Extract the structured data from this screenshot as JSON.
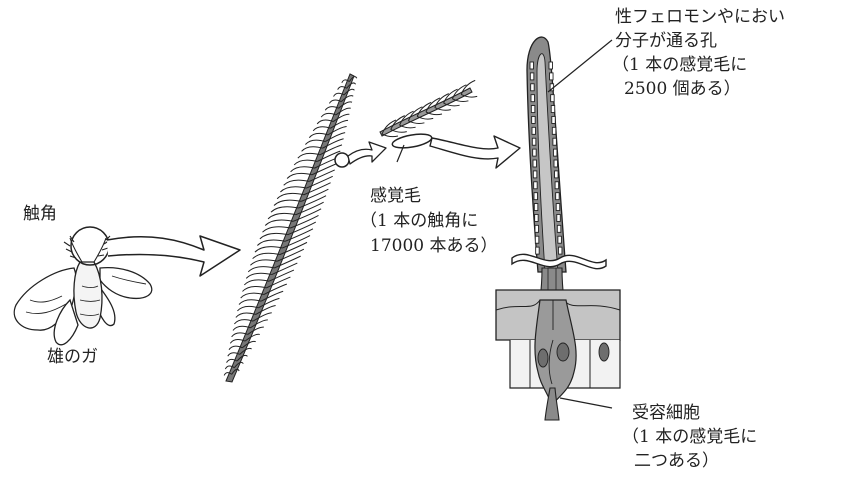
{
  "labels": {
    "antenna": "触角",
    "male_moth": "雄のガ",
    "sensory_hair": {
      "title": "感覚毛",
      "note_line1": "（1 本の触角に",
      "note_line2": "17000 本ある）"
    },
    "pore": {
      "line1": "性フェロモンやにおい",
      "line2": "分子が通る孔",
      "line3": "（1 本の感覚毛に",
      "line4": "2500 個ある）"
    },
    "receptor_cell": {
      "title": "受容細胞",
      "note_line1": "（1 本の感覚毛に",
      "note_line2": "二つある）"
    }
  },
  "colors": {
    "line": "#222222",
    "hair_fill": "#8a8a8a",
    "hair_core": "#bdbdbd",
    "tissue_fill": "#c4c4c4",
    "cell_fill": "#f2f2f2",
    "nucleus_fill": "#6e6e6e"
  }
}
